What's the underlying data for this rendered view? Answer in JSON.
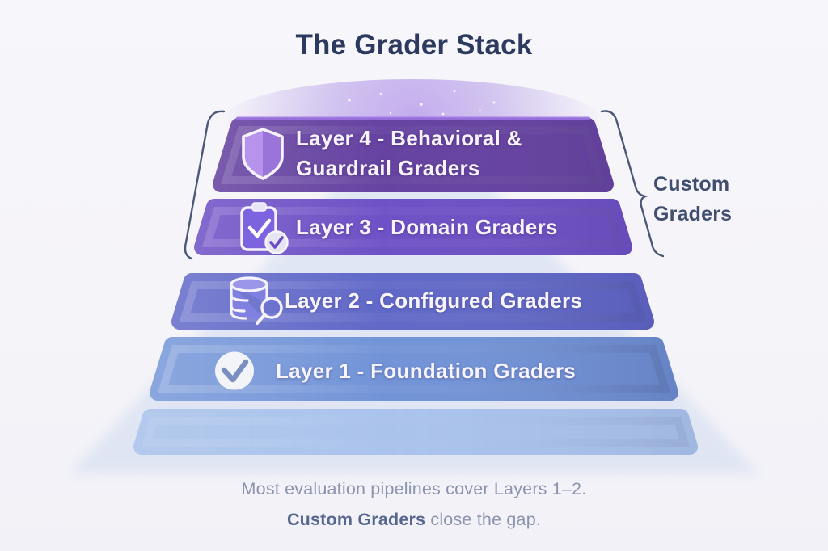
{
  "title": "The Grader Stack",
  "layers": [
    {
      "id": "layer-4",
      "label_line1": "Layer 4 - Behavioral &",
      "label_line2": "Guardrail Graders",
      "icon": "shield-icon",
      "color": "#613d9e"
    },
    {
      "id": "layer-3",
      "label": "Layer 3 - Domain Graders",
      "icon": "clipboard-check-icon",
      "color": "#6a4cc4"
    },
    {
      "id": "layer-2",
      "label": "Layer 2 - Configured Graders",
      "icon": "database-search-icon",
      "color": "#5c64c6"
    },
    {
      "id": "layer-1",
      "label": "Layer 1 - Foundation Graders",
      "icon": "check-circle-icon",
      "color": "#6e91d6"
    },
    {
      "id": "base",
      "label": "",
      "icon": "",
      "color": "#aac3eb"
    }
  ],
  "bracket_label": {
    "line1": "Custom",
    "line2": "Graders"
  },
  "caption": {
    "line1": "Most evaluation pipelines cover Layers 1–2.",
    "line2_bold": "Custom Graders",
    "line2_rest": " close the gap."
  },
  "colors": {
    "background": "#f7f6fa",
    "title_text": "#2d3a5f",
    "caption_text": "#8b93ae",
    "caption_bold_text": "#57668f",
    "bracket_stroke": "#4b5877",
    "bracket_label_text": "#414e70",
    "glow": "#9b78e0",
    "backdrop_shadow": "#cdd9ef",
    "layer4": "#613d9e",
    "layer3": "#6a4cc4",
    "layer2": "#5c64c6",
    "layer1": "#6e91d6",
    "base": "#aac3eb"
  }
}
